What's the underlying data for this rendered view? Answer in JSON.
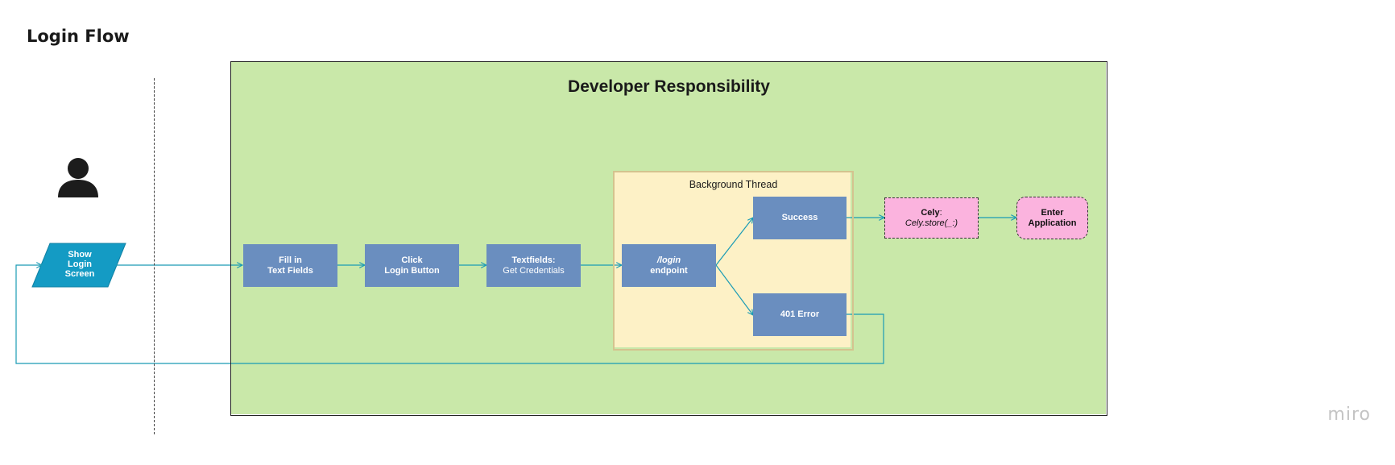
{
  "board": {
    "title": "Login Flow",
    "logo": "miro"
  },
  "colors": {
    "frame_fill": "#c9e8a9",
    "thread_fill": "#fdf1c6",
    "process_fill": "#6a8ebf",
    "start_fill": "#149bc4",
    "pink_fill": "#fbb3de",
    "connector": "#1a9bb5"
  },
  "frame": {
    "title": "Developer Responsibility"
  },
  "thread": {
    "label": "Background Thread"
  },
  "actor": {
    "icon": "user-icon"
  },
  "nodes": {
    "show_login": {
      "line1": "Show",
      "line2": "Login",
      "line3": "Screen"
    },
    "fill_fields": {
      "line1": "Fill in",
      "line2": "Text Fields"
    },
    "click_login": {
      "line1": "Click",
      "line2": "Login Button"
    },
    "get_credentials": {
      "line1": "Textfields:",
      "line2": "Get Credentials"
    },
    "login_endpoint": {
      "line1": "/login",
      "line2": "endpoint"
    },
    "success": {
      "label": "Success"
    },
    "error_401": {
      "label": "401 Error"
    },
    "cely_store": {
      "line1": "Cely",
      "line1_suffix": ":",
      "line2": "Cely.store(_:)"
    },
    "enter_app": {
      "line1": "Enter",
      "line2": "Application"
    }
  }
}
